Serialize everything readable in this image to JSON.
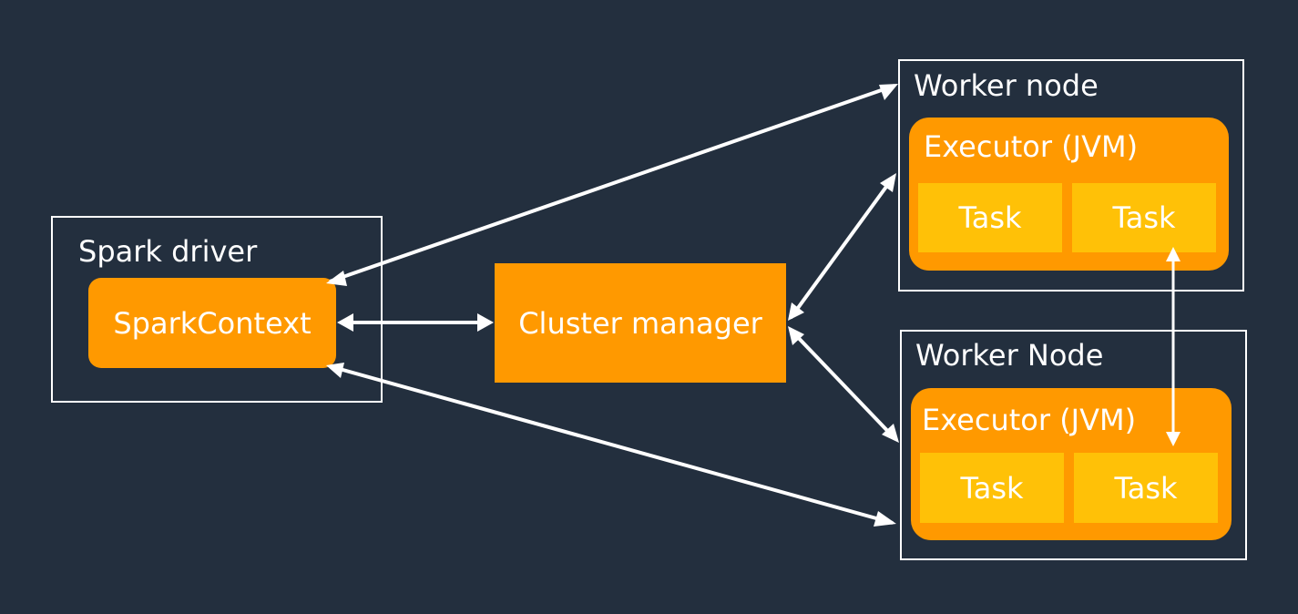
{
  "driver": {
    "title": "Spark driver",
    "context": "SparkContext"
  },
  "cluster_manager": "Cluster manager",
  "worker1": {
    "title": "Worker node",
    "executor": "Executor (JVM)",
    "tasks": [
      "Task",
      "Task"
    ]
  },
  "worker2": {
    "title": "Worker Node",
    "executor": "Executor (JVM)",
    "tasks": [
      "Task",
      "Task"
    ]
  },
  "colors": {
    "background": "#232f3e",
    "orange": "#ff9900",
    "task": "#ffc107",
    "line": "#ffffff"
  }
}
